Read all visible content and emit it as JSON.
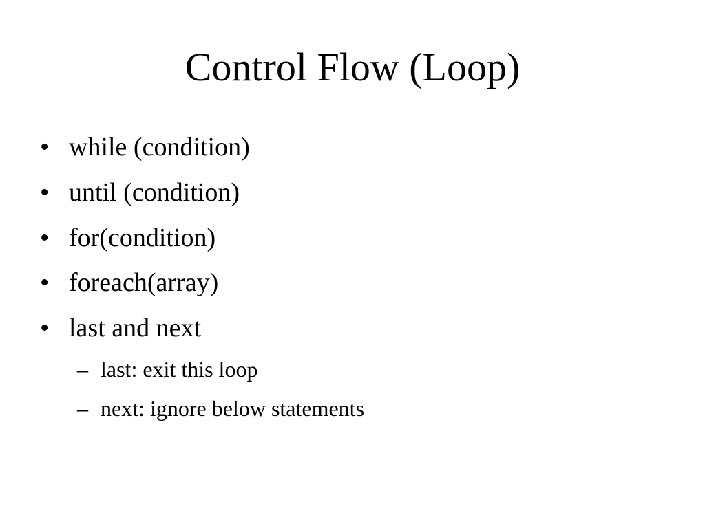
{
  "slide": {
    "title": "Control Flow (Loop)",
    "bullet_marker": "•",
    "sub_bullet_marker": "–",
    "bullets": [
      "while (condition)",
      "until (condition)",
      "for(condition)",
      "foreach(array)",
      "last and next"
    ],
    "sub_bullets": [
      "last: exit this loop",
      "next: ignore below statements"
    ]
  }
}
